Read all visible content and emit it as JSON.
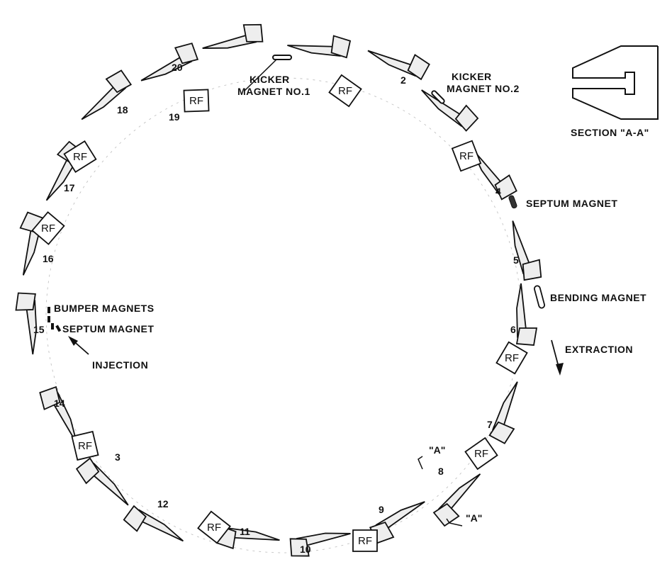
{
  "diagram": {
    "labels": {
      "kicker1_l1": "KICKER",
      "kicker1_l2": "MAGNET NO.1",
      "kicker2_l1": "KICKER",
      "kicker2_l2": "MAGNET NO.2",
      "section": "SECTION \"A-A\"",
      "septum_extraction": "SEPTUM MAGNET",
      "bending": "BENDING MAGNET",
      "extraction": "EXTRACTION",
      "bumper": "BUMPER MAGNETS",
      "septum_injection": "SEPTUM MAGNET",
      "injection": "INJECTION",
      "section_mark_1": "\"A\"",
      "section_mark_2": "\"A\"",
      "rf": "RF"
    },
    "magnet_numbers": [
      "20",
      "2",
      "4",
      "5",
      "6",
      "7",
      "8",
      "9",
      "10",
      "11",
      "12",
      "3",
      "14",
      "15",
      "16",
      "17",
      "18",
      "19"
    ]
  }
}
